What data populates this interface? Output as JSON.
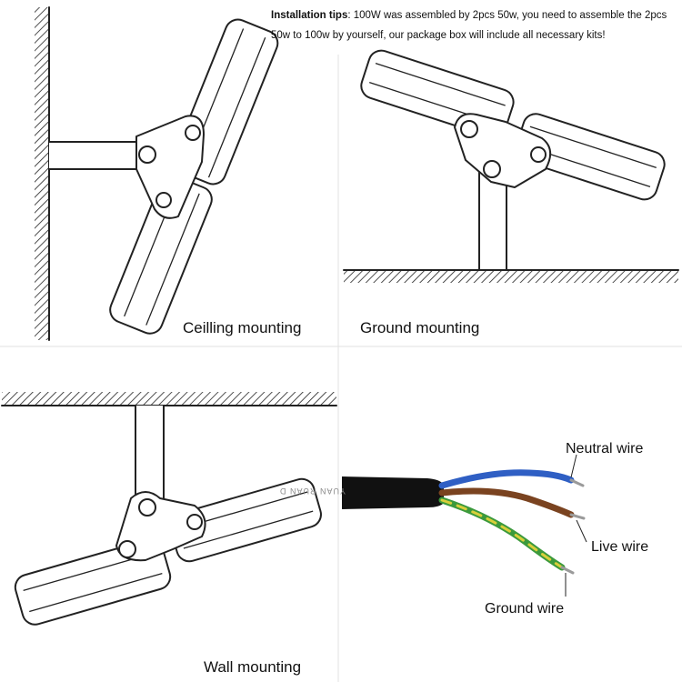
{
  "tips": {
    "heading": "Installation tips",
    "text": ": 100W was assembled by 2pcs 50w, you need to assemble the 2pcs 50w to 100w by yourself, our package box will include all necessary kits!"
  },
  "labels": {
    "ceiling": "Ceilling mounting",
    "ground": "Ground mounting",
    "wall": "Wall mounting"
  },
  "wires": {
    "neutral": "Neutral wire",
    "live": "Live wire",
    "ground": "Ground wire",
    "cable_print": "YUAN RUAN D"
  },
  "colors": {
    "neutral": "#2f5fc4",
    "live": "#7a4320",
    "ground_green": "#3c9a3c",
    "ground_yellow": "#d8cf3a",
    "cable": "#111111"
  }
}
